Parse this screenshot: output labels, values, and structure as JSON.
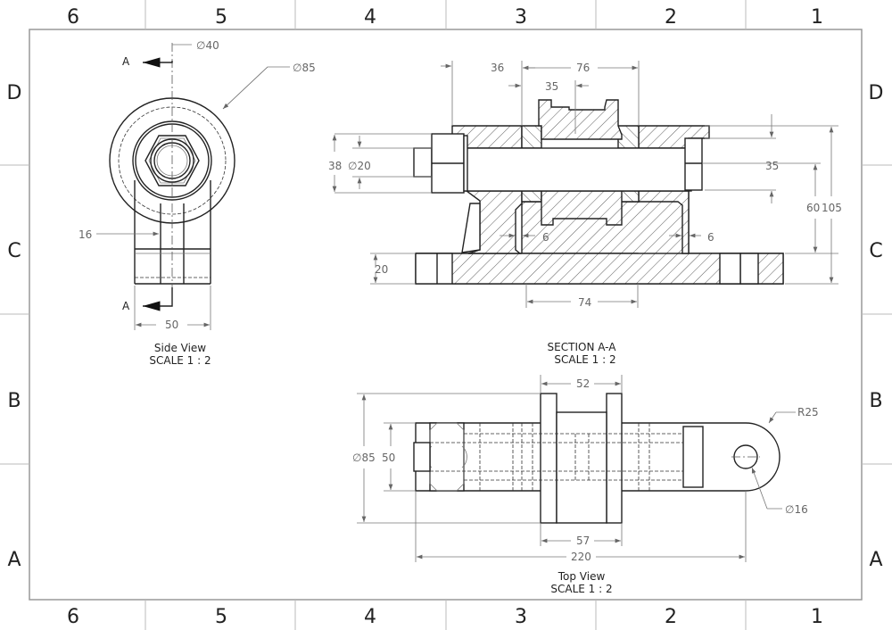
{
  "border": {
    "columns": [
      "6",
      "5",
      "4",
      "3",
      "2",
      "1"
    ],
    "rows": [
      "D",
      "C",
      "B",
      "A"
    ]
  },
  "side_view": {
    "caption": "Side View",
    "scale": "SCALE 1 : 2",
    "section_marker": "A",
    "dims": {
      "d40": "∅40",
      "d85": "∅85",
      "w16": "16",
      "w50": "50"
    }
  },
  "section_view": {
    "caption": "SECTION A-A",
    "scale": "SCALE 1 : 2",
    "dims": {
      "d36": "36",
      "d76": "76",
      "d35_top": "35",
      "d38": "38",
      "d20": "∅20",
      "d35_right": "35",
      "d60": "60",
      "d105": "105",
      "d6_left": "6",
      "d6_right": "6",
      "d20_base": "20",
      "d74": "74"
    }
  },
  "top_view": {
    "caption": "Top View",
    "scale": "SCALE 1 : 2",
    "dims": {
      "d52": "52",
      "r25": "R25",
      "d85": "∅85",
      "d50": "50",
      "d16": "∅16",
      "d57": "57",
      "d220": "220"
    }
  },
  "colors": {
    "line": "#222222",
    "dim": "#666666"
  }
}
